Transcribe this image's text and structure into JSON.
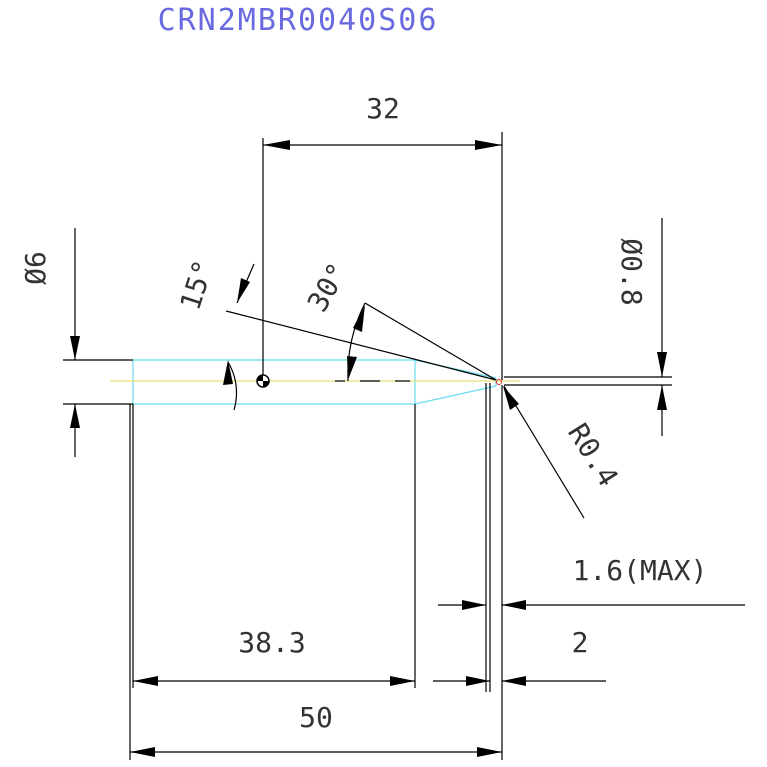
{
  "title": "CRN2MBR0040S06",
  "dimensions": {
    "d32": "32",
    "shank_diameter": "Ø6",
    "tip_diameter": "Ø0.8",
    "angle_15": "15°",
    "angle_30": "30°",
    "radius": "R0.4",
    "neck_max": "1.6(MAX)",
    "d2": "2",
    "d38_3": "38.3",
    "d50": "50"
  },
  "colors": {
    "title": "#6a6ae0",
    "outline": "#66dcef",
    "centerline": "#e8e070",
    "dimension": "#000000"
  }
}
